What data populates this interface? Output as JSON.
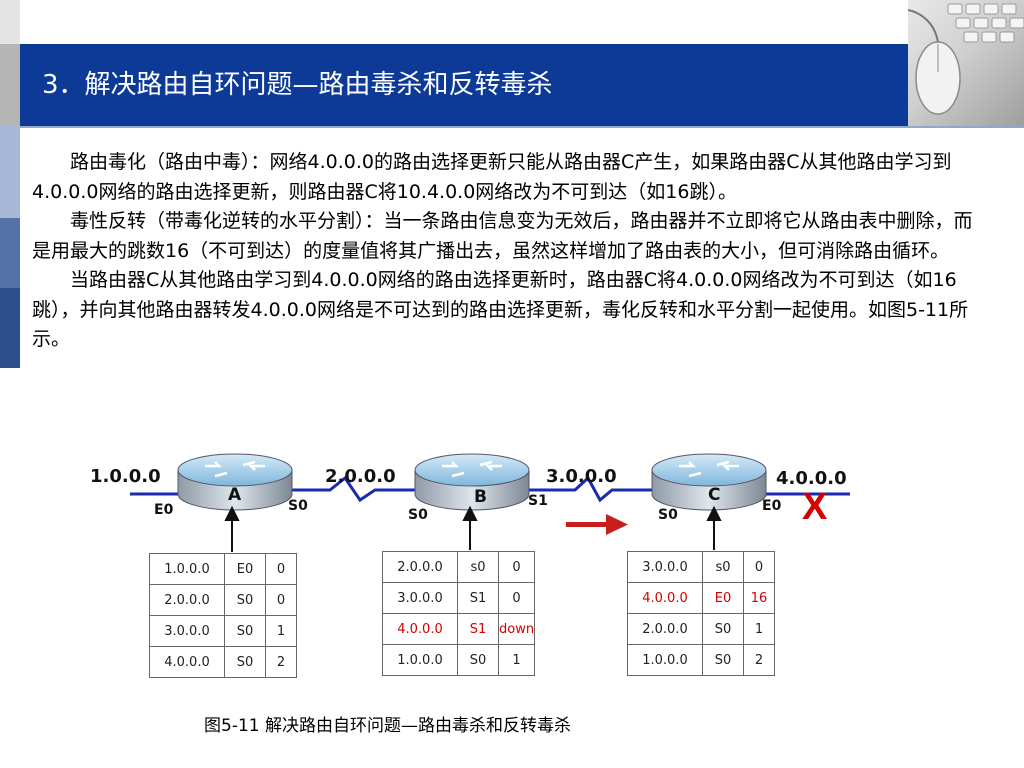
{
  "title": "3．解决路由自环问题—路由毒杀和反转毒杀",
  "paragraphs": [
    "路由毒化（路由中毒）：网络4.0.0.0的路由选择更新只能从路由器C产生，如果路由器C从其他路由学习到4.0.0.0网络的路由选择更新，则路由器C将10.4.0.0网络改为不可到达（如16跳）。",
    "毒性反转（带毒化逆转的水平分割）：当一条路由信息变为无效后，路由器并不立即将它从路由表中删除，而是用最大的跳数16（不可到达）的度量值将其广播出去，虽然这样增加了路由表的大小，但可消除路由循环。",
    "当路由器C从其他路由学习到4.0.0.0网络的路由选择更新时，路由器C将4.0.0.0网络改为不可到达（如16跳），并向其他路由器转发4.0.0.0网络是不可达到的路由选择更新，毒化反转和水平分割一起使用。如图5-11所示。"
  ],
  "diagram": {
    "networks": [
      "1.0.0.0",
      "2.0.0.0",
      "3.0.0.0",
      "4.0.0.0"
    ],
    "routers": [
      {
        "name": "A",
        "ports": [
          "E0",
          "S0"
        ]
      },
      {
        "name": "B",
        "ports": [
          "S0",
          "S1"
        ]
      },
      {
        "name": "C",
        "ports": [
          "S0",
          "E0"
        ]
      }
    ],
    "failure_mark": "X",
    "tables": [
      {
        "router": "A",
        "rows": [
          {
            "net": "1.0.0.0",
            "port": "E0",
            "hops": "0",
            "highlight": false
          },
          {
            "net": "2.0.0.0",
            "port": "S0",
            "hops": "0",
            "highlight": false
          },
          {
            "net": "3.0.0.0",
            "port": "S0",
            "hops": "1",
            "highlight": false
          },
          {
            "net": "4.0.0.0",
            "port": "S0",
            "hops": "2",
            "highlight": false
          }
        ]
      },
      {
        "router": "B",
        "rows": [
          {
            "net": "2.0.0.0",
            "port": "s0",
            "hops": "0",
            "highlight": false
          },
          {
            "net": "3.0.0.0",
            "port": "S1",
            "hops": "0",
            "highlight": false
          },
          {
            "net": "4.0.0.0",
            "port": "S1",
            "hops": "down",
            "highlight": true
          },
          {
            "net": "1.0.0.0",
            "port": "S0",
            "hops": "1",
            "highlight": false
          }
        ]
      },
      {
        "router": "C",
        "rows": [
          {
            "net": "3.0.0.0",
            "port": "s0",
            "hops": "0",
            "highlight": false
          },
          {
            "net": "4.0.0.0",
            "port": "E0",
            "hops": "16",
            "highlight": true
          },
          {
            "net": "2.0.0.0",
            "port": "S0",
            "hops": "1",
            "highlight": false
          },
          {
            "net": "1.0.0.0",
            "port": "S0",
            "hops": "2",
            "highlight": false
          }
        ]
      }
    ],
    "caption": "图5-11  解决路由自环问题—路由毒杀和反转毒杀"
  },
  "colors": {
    "header": "#0d3a96",
    "highlight": "#d40000",
    "link": "#1a2bb0"
  }
}
